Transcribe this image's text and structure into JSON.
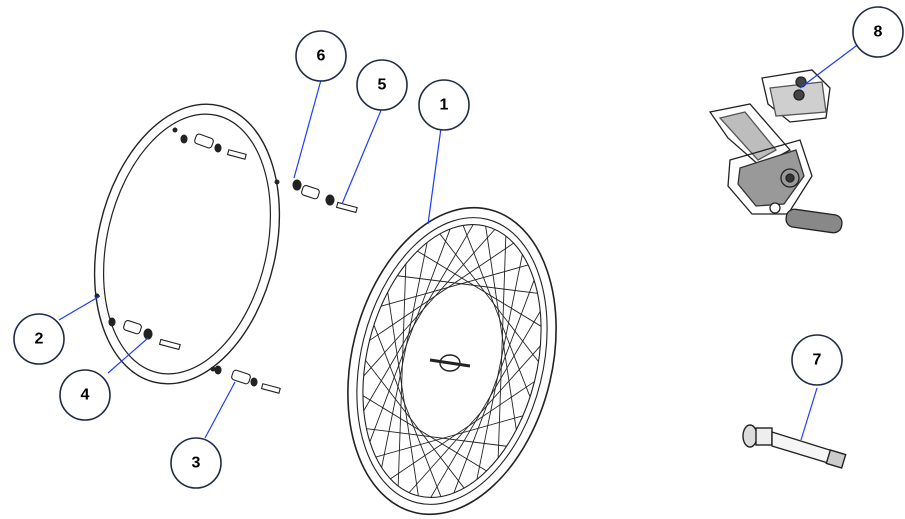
{
  "callouts": [
    {
      "id": "1",
      "label": "1"
    },
    {
      "id": "2",
      "label": "2"
    },
    {
      "id": "3",
      "label": "3"
    },
    {
      "id": "4",
      "label": "4"
    },
    {
      "id": "5",
      "label": "5"
    },
    {
      "id": "6",
      "label": "6"
    },
    {
      "id": "7",
      "label": "7"
    },
    {
      "id": "8",
      "label": "8"
    }
  ],
  "colors": {
    "leader": "#1a3cff",
    "outline": "#222222",
    "callout_border": "#1f2a44"
  },
  "icons": {
    "wheel": "wheel-icon",
    "tire": "tire-ring-icon",
    "spacer": "spacer-icon",
    "axle": "axle-bolt-icon",
    "brake": "wheel-lock-icon"
  }
}
